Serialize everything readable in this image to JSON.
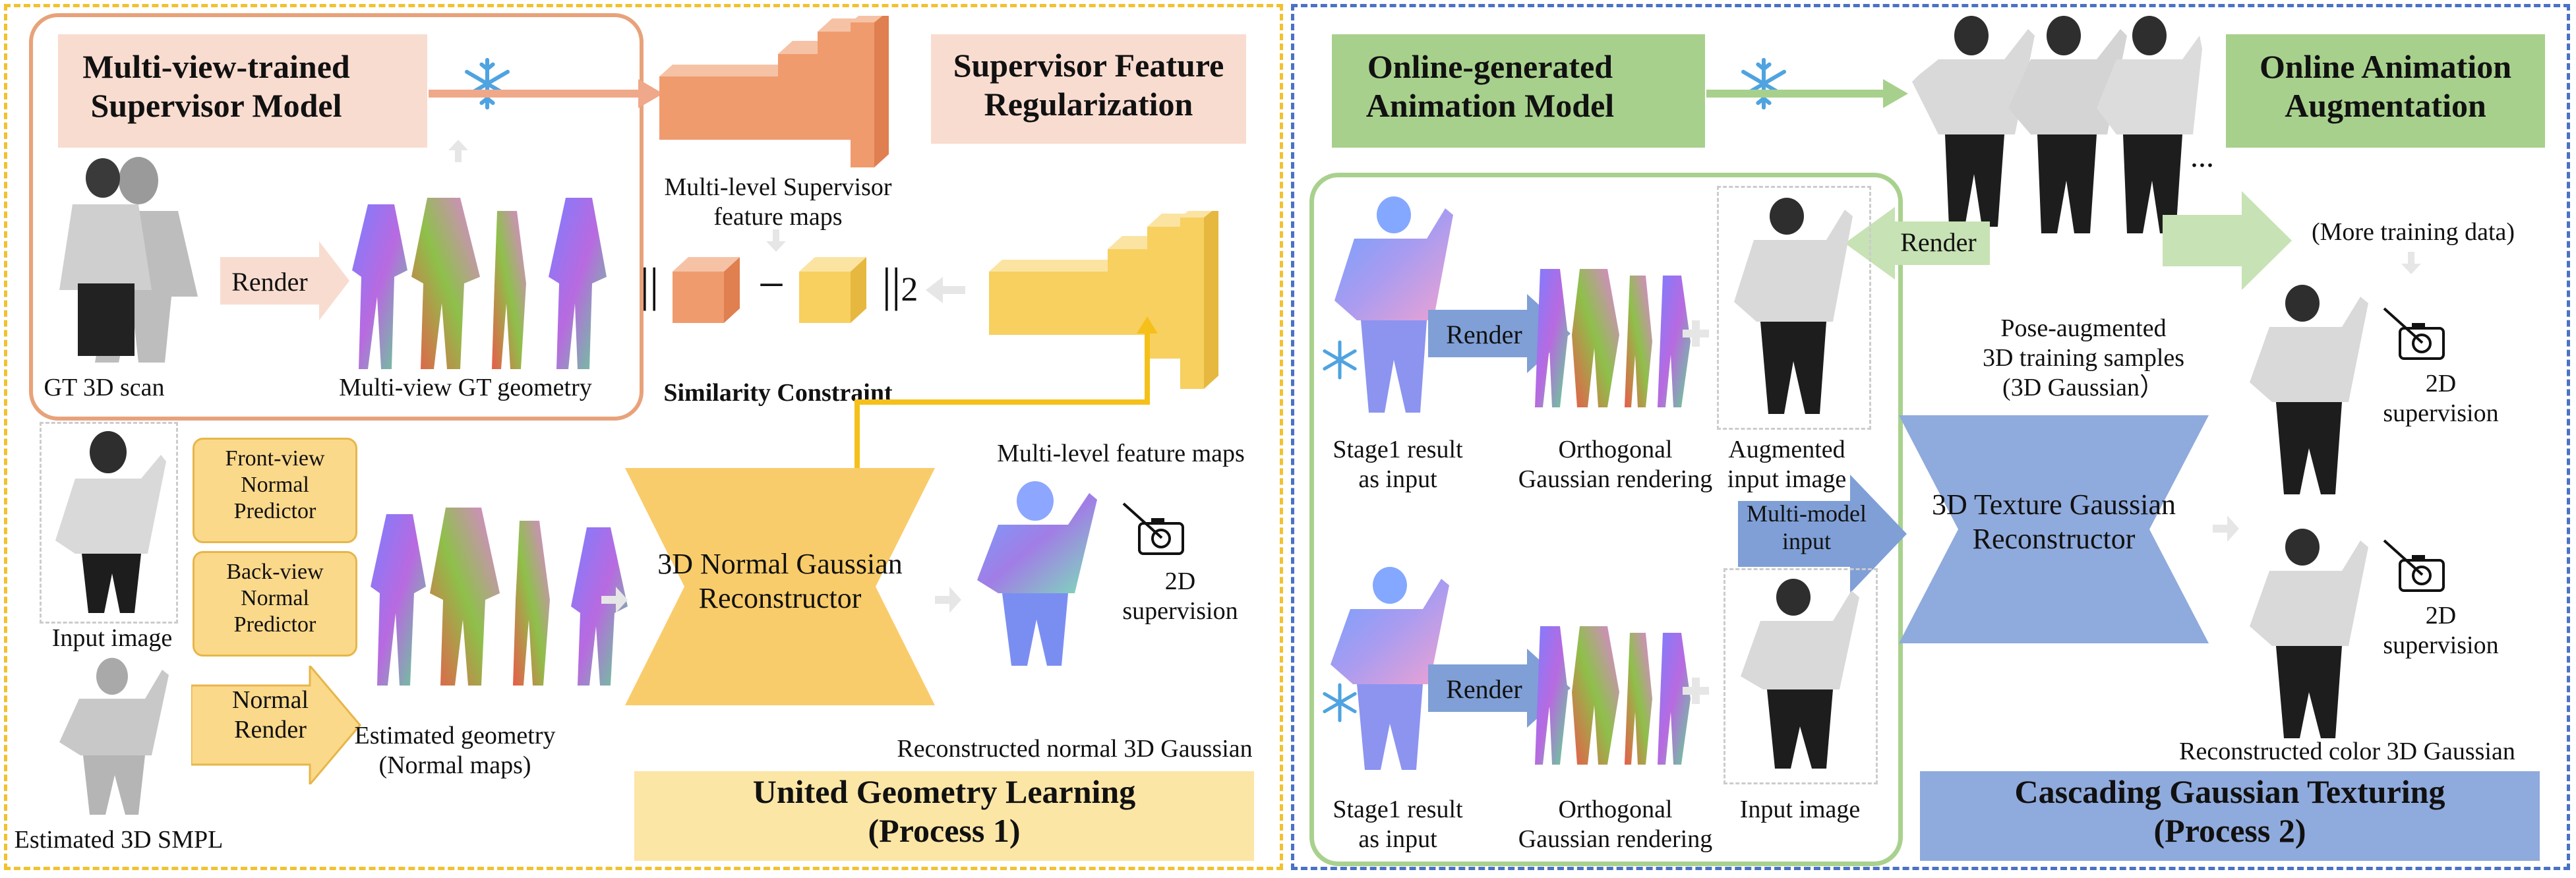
{
  "process1": {
    "supervisor_model": {
      "line1": "Multi-view-trained",
      "line2": "Supervisor Model"
    },
    "supervisor_feature_reg": {
      "line1": "Supervisor Feature",
      "line2": "Regularization"
    },
    "render_label": "Render",
    "gt_scan_caption": "GT 3D scan",
    "gt_geometry_caption": "Multi-view GT geometry",
    "supervisor_maps_caption": {
      "line1": "Multi-level Supervisor",
      "line2": "feature maps"
    },
    "norm_left": "||",
    "norm_minus": "−",
    "norm_right": "||",
    "norm_sub": "2",
    "similarity_constraint": "Similarity Constraint",
    "input_image_caption": "Input image",
    "front_predictor": {
      "line1": "Front-view",
      "line2": "Normal",
      "line3": "Predictor"
    },
    "back_predictor": {
      "line1": "Back-view",
      "line2": "Normal",
      "line3": "Predictor"
    },
    "normal_render": {
      "line1": "Normal",
      "line2": "Render"
    },
    "smpl_caption": "Estimated 3D SMPL",
    "estimated_geometry": {
      "line1": "Estimated geometry",
      "line2": "(Normal maps)"
    },
    "reconstructor": {
      "line1": "3D Normal Gaussian",
      "line2": "Reconstructor"
    },
    "multilevel_maps": "Multi-level  feature maps",
    "supervision_2d": {
      "line1": "2D",
      "line2": "supervision"
    },
    "reconstructed_normal": "Reconstructed normal 3D Gaussian",
    "title": {
      "line1": "United Geometry Learning",
      "line2": "(Process 1)"
    }
  },
  "process2": {
    "animation_model": {
      "line1": "Online-generated",
      "line2": "Animation Model"
    },
    "animation_aug": {
      "line1": "Online Animation",
      "line2": "Augmentation"
    },
    "ellipsis": "...",
    "render_label": "Render",
    "render_label_2": "Render",
    "render_label_3": "Render",
    "more_training": "(More training data)",
    "pose_augmented": {
      "line1": "Pose-augmented",
      "line2": "3D training samples",
      "line3": "(3D Gaussian）"
    },
    "stage1_top": {
      "line1": "Stage1 result",
      "line2": "as input"
    },
    "ortho_top": {
      "line1": "Orthogonal",
      "line2": "Gaussian  rendering"
    },
    "augmented_input": {
      "line1": "Augmented",
      "line2": "input image"
    },
    "multi_model_input": {
      "line1": "Multi-model",
      "line2": "input"
    },
    "texture_reconstructor": {
      "line1": "3D Texture Gaussian",
      "line2": "Reconstructor"
    },
    "supervision_top": {
      "line1": "2D",
      "line2": "supervision"
    },
    "supervision_bottom": {
      "line1": "2D",
      "line2": "supervision"
    },
    "stage1_bottom": {
      "line1": "Stage1 result",
      "line2": "as input"
    },
    "ortho_bottom": {
      "line1": "Orthogonal",
      "line2": "Gaussian  rendering"
    },
    "input_image": "Input image",
    "reconstructed_color": "Reconstructed color 3D Gaussian",
    "title": {
      "line1": "Cascading Gaussian Texturing",
      "line2": "(Process 2)"
    }
  },
  "colors": {
    "process1_border": "#f2c12e",
    "process2_border": "#4a72c4",
    "supervisor_box_border": "#e8a27a",
    "salmon_fill": "#f9dcd0",
    "orange_feature": "#f09b6e",
    "yellow_feature": "#f7d060",
    "reconstructor_fill": "#f9cc6b",
    "predictor_fill": "#fbd98a",
    "title_fill_1": "#fce6a6",
    "green_fill": "#a8d08d",
    "green_border": "#a9d18e",
    "blue_fill": "#8faadc",
    "blue_arrow": "#7f9fd6",
    "snowflake": "#4fa3e0"
  },
  "icons": [
    "snowflake-icon",
    "camera-icon",
    "plus-icon",
    "arrow-icon"
  ]
}
